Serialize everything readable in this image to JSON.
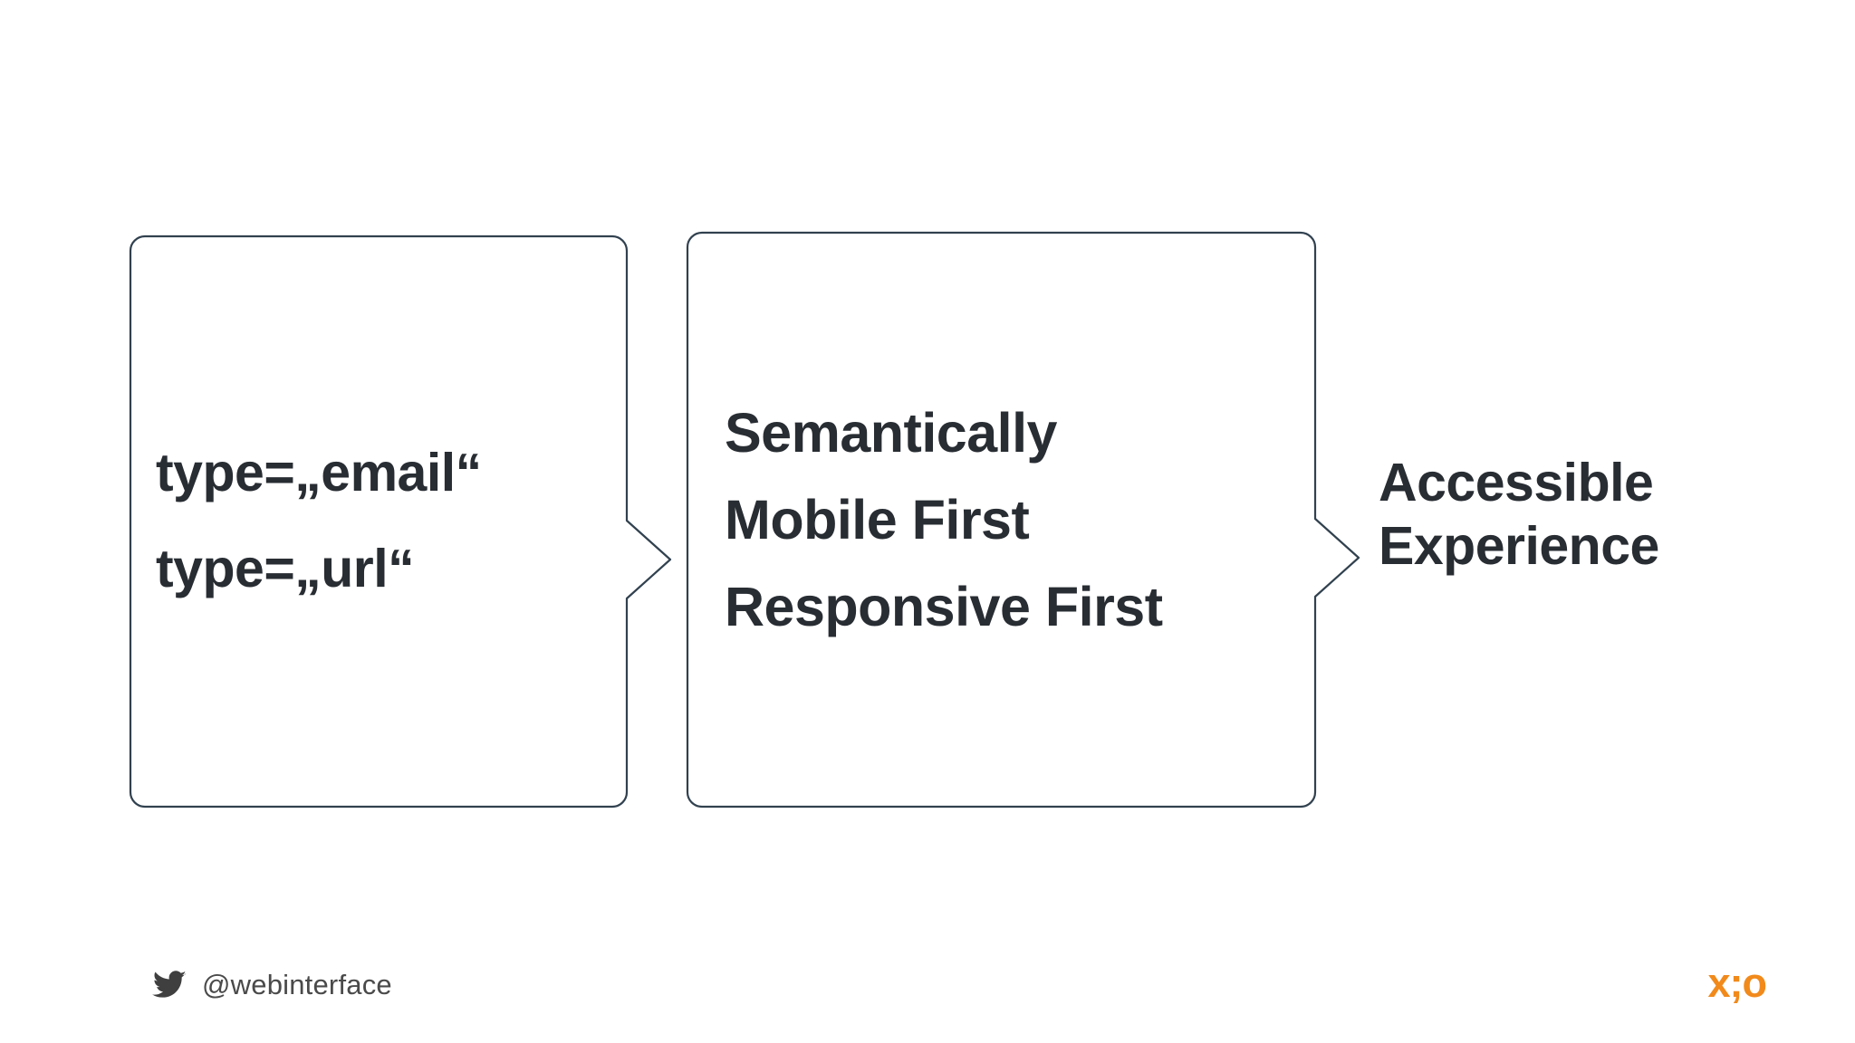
{
  "slide": {
    "background_color": "#ffffff",
    "text_color": "#282D33",
    "box_border_color": "#31414F"
  },
  "flow": {
    "step_one": {
      "lines": [
        "type=„email“",
        "type=„url“"
      ]
    },
    "step_two": {
      "lines": [
        "Semantically",
        "Mobile First",
        "Responsive First"
      ]
    },
    "outcome": {
      "line_one": "Accessible",
      "line_two": "Experience"
    }
  },
  "footer": {
    "twitter_icon": "twitter-bird-icon",
    "handle": "@webinterface",
    "handle_color": "#4A4A4A",
    "logo": {
      "text": "x;o",
      "color": "#F18A1B"
    }
  }
}
